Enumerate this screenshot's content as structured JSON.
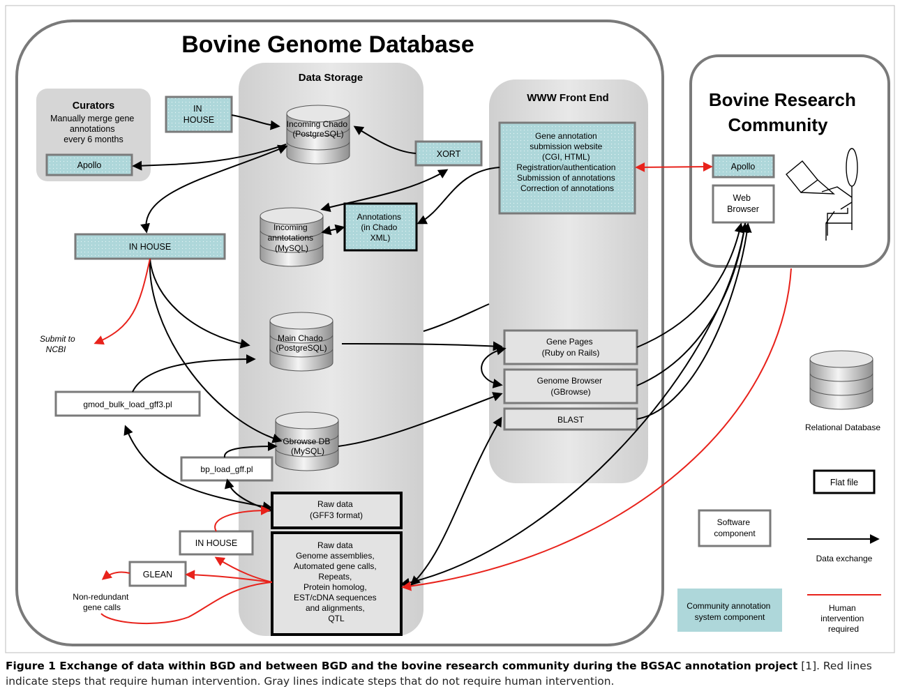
{
  "title": "Bovine Genome Database",
  "panels": {
    "data_storage": "Data Storage",
    "www_front_end": "WWW Front End",
    "community": [
      "Bovine Research",
      "Community"
    ]
  },
  "curators": {
    "title": "Curators",
    "lines": [
      "Manually merge gene",
      "annotations",
      "every 6 months"
    ],
    "apollo": "Apollo"
  },
  "nodes": {
    "in_house_top": [
      "IN",
      "HOUSE"
    ],
    "incoming_chado": [
      "Incoming Chado",
      "(PostgreSQL)"
    ],
    "xort": "XORT",
    "submission_site": [
      "Gene annotation",
      "submission website",
      "(CGI, HTML)",
      "Registration/authentication",
      "Submission of annotations",
      "Correction of annotations"
    ],
    "incoming_mysql": [
      "Incoming",
      "anntotations",
      "(MySQL)"
    ],
    "annotations_xml": [
      "Annotations",
      "(in Chado",
      "XML)"
    ],
    "in_house_mid": "IN HOUSE",
    "submit_ncbi": [
      "Submit to",
      "NCBI"
    ],
    "main_chado": [
      "Main Chado",
      "(PostgreSQL)"
    ],
    "gene_pages": [
      "Gene Pages",
      "(Ruby on Rails)"
    ],
    "genome_browser": [
      "Genome Browser",
      "(GBrowse)"
    ],
    "blast": "BLAST",
    "gmod_loader": "gmod_bulk_load_gff3.pl",
    "gbrowse_db": [
      "Gbrowse DB",
      "(MySQL)"
    ],
    "bp_loader": "bp_load_gff.pl",
    "raw_gff3": [
      "Raw data",
      "(GFF3 format)"
    ],
    "in_house_bottom": "IN HOUSE",
    "glean": "GLEAN",
    "nonredundant": [
      "Non-redundant",
      "gene calls"
    ],
    "raw_data": [
      "Raw data",
      "Genome assemblies,",
      "Automated gene calls,",
      "Repeats,",
      "Protein homolog,",
      "EST/cDNA sequences",
      "and alignments,",
      "QTL"
    ],
    "community_apollo": "Apollo",
    "web_browser": [
      "Web",
      "Browser"
    ]
  },
  "legend": {
    "relational_db": "Relational Database",
    "flat_file": "Flat file",
    "software": [
      "Software",
      "component"
    ],
    "data_exchange": "Data exchange",
    "community_component": [
      "Community annotation",
      "system component"
    ],
    "human": [
      "Human",
      "intervention",
      "required"
    ]
  },
  "colors": {
    "teal": "#aed7da",
    "panel": "#dedede",
    "human_red": "#e8221b",
    "border_gray": "#7a7a7a"
  },
  "caption": {
    "bold": "Figure 1 Exchange of data within BGD and between BGD and the bovine research community during the BGSAC annotation project",
    "rest": " [1]. Red lines indicate steps that require human intervention. Gray lines indicate steps that do not require human intervention."
  }
}
